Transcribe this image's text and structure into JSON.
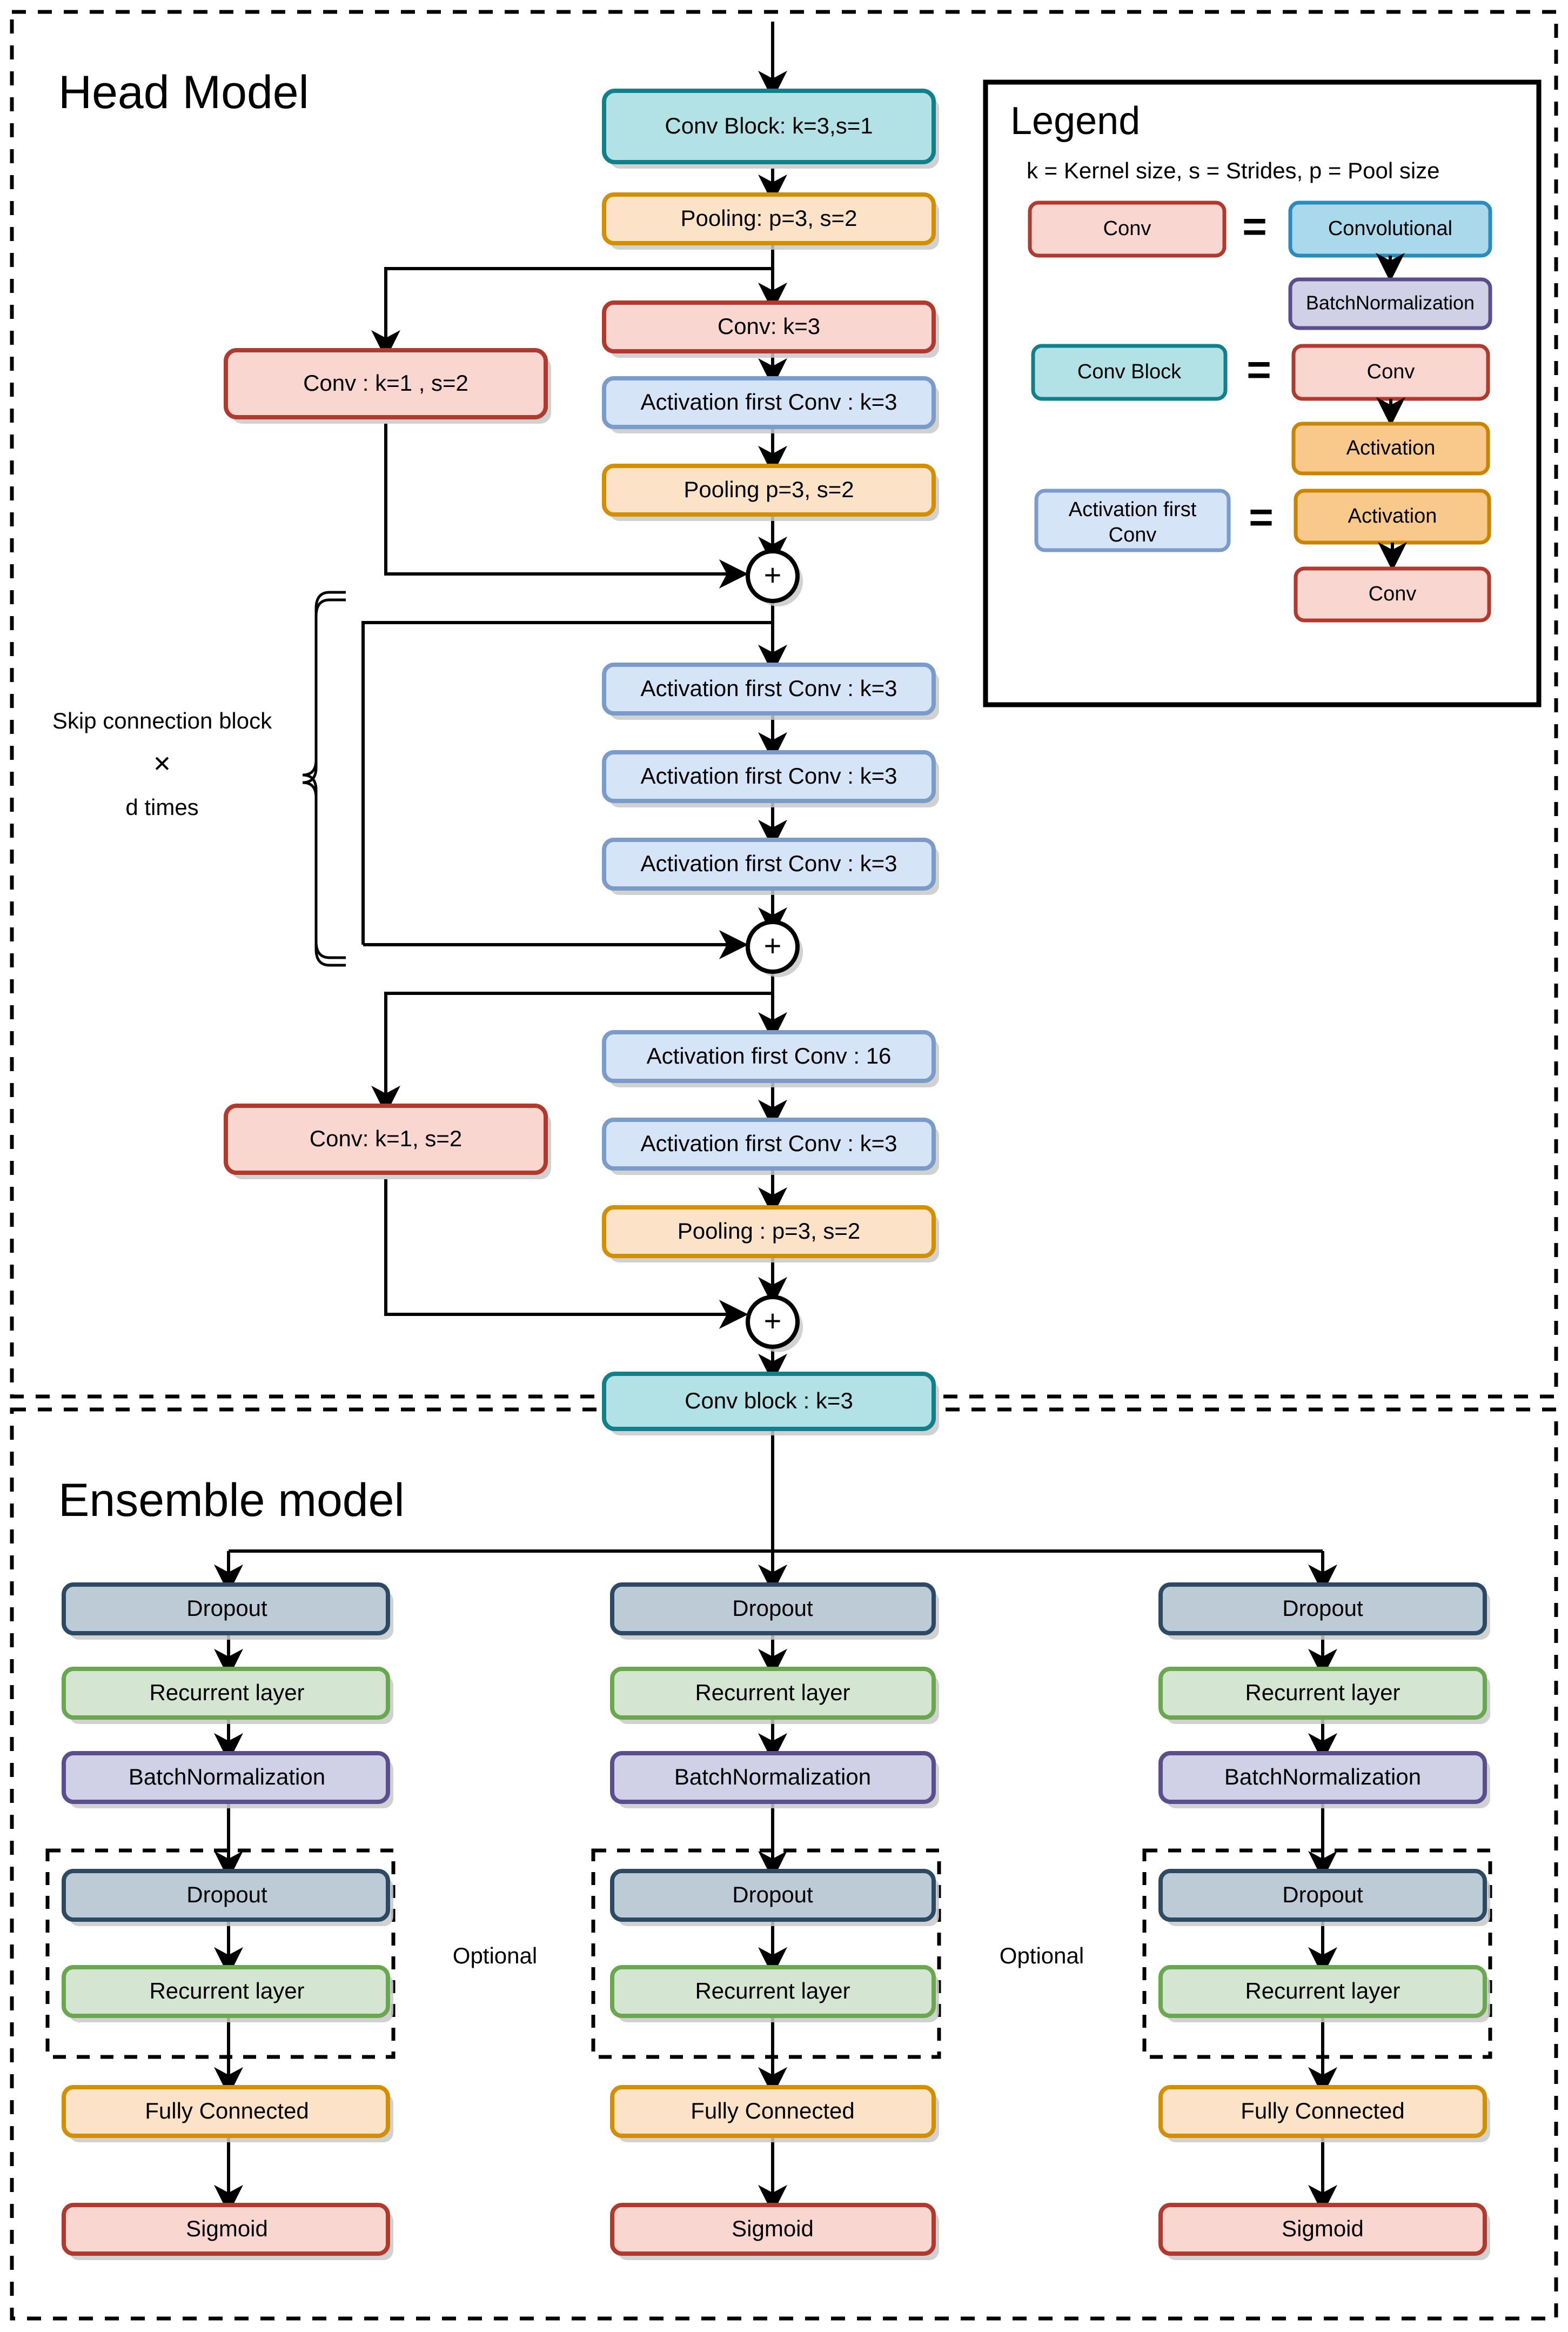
{
  "sections": {
    "head": {
      "title": "Head Model"
    },
    "ensemble": {
      "title": "Ensemble model"
    }
  },
  "legend": {
    "title": "Legend",
    "subtitle": "k = Kernel size,  s = Strides,   p = Pool size",
    "equals": "=",
    "rows": [
      {
        "left": "Conv",
        "right": [
          "Convolutional",
          "BatchNormalization"
        ]
      },
      {
        "left": "Conv Block",
        "right": [
          "Conv",
          "Activation"
        ]
      },
      {
        "left_line1": "Activation first",
        "left_line2": "Conv",
        "right": [
          "Activation",
          "Conv"
        ]
      }
    ]
  },
  "head_nodes": {
    "conv_block_top": "Conv Block: k=3,s=1",
    "pooling_1": "Pooling:  p=3, s=2",
    "conv_k3": "Conv: k=3",
    "act_conv_1": "Activation first Conv : k=3",
    "pooling_2": "Pooling p=3, s=2",
    "shortcut_conv_1": "Conv : k=1 , s=2",
    "act_conv_2": "Activation first Conv : k=3",
    "act_conv_3": "Activation first Conv : k=3",
    "act_conv_4": "Activation first Conv : k=3",
    "act_conv_16": "Activation first Conv : 16",
    "act_conv_5": "Activation first Conv : k=3",
    "pooling_3": "Pooling : p=3, s=2",
    "shortcut_conv_2": "Conv: k=1, s=2",
    "conv_block_bottom": "Conv block : k=3",
    "add_symbol": "+"
  },
  "head_annotations": {
    "skip_block_line1": "Skip connection block",
    "skip_block_line2": "✕",
    "skip_block_line3": "d times"
  },
  "ensemble_branch": {
    "dropout": "Dropout",
    "recurrent": "Recurrent layer",
    "batchnorm": "BatchNormalization",
    "optional_dropout": "Dropout",
    "optional_recurrent": "Recurrent layer",
    "fully_connected": "Fully Connected",
    "sigmoid": "Sigmoid"
  },
  "ensemble_labels": {
    "optional_1": "Optional",
    "optional_2": "Optional"
  },
  "colors": {
    "conv_fill": "#f9d7d0",
    "conv_stroke": "#b03a2e",
    "convblock_fill": "#b2e2e5",
    "convblock_stroke": "#12808a",
    "pooling_fill": "#fce3c8",
    "pooling_stroke": "#d29000",
    "actconv_fill": "#d6e4f7",
    "actconv_stroke": "#7b9cc9",
    "convolutional_fill": "#aad9ec",
    "convolutional_stroke": "#2a8bbd",
    "batchnorm_fill": "#d0d0e6",
    "batchnorm_stroke": "#5b4e8c",
    "activation_fill": "#f9c98b",
    "activation_stroke": "#c98500",
    "dropout_fill": "#bccbd6",
    "dropout_stroke": "#2c4a63",
    "recurrent_fill": "#d4e6d2",
    "recurrent_stroke": "#6aa84f",
    "fc_fill": "#fce3c8",
    "fc_stroke": "#d29000",
    "sigmoid_fill": "#f9d7d0",
    "sigmoid_stroke": "#b03a2e",
    "line": "#000000",
    "background": "#ffffff"
  }
}
